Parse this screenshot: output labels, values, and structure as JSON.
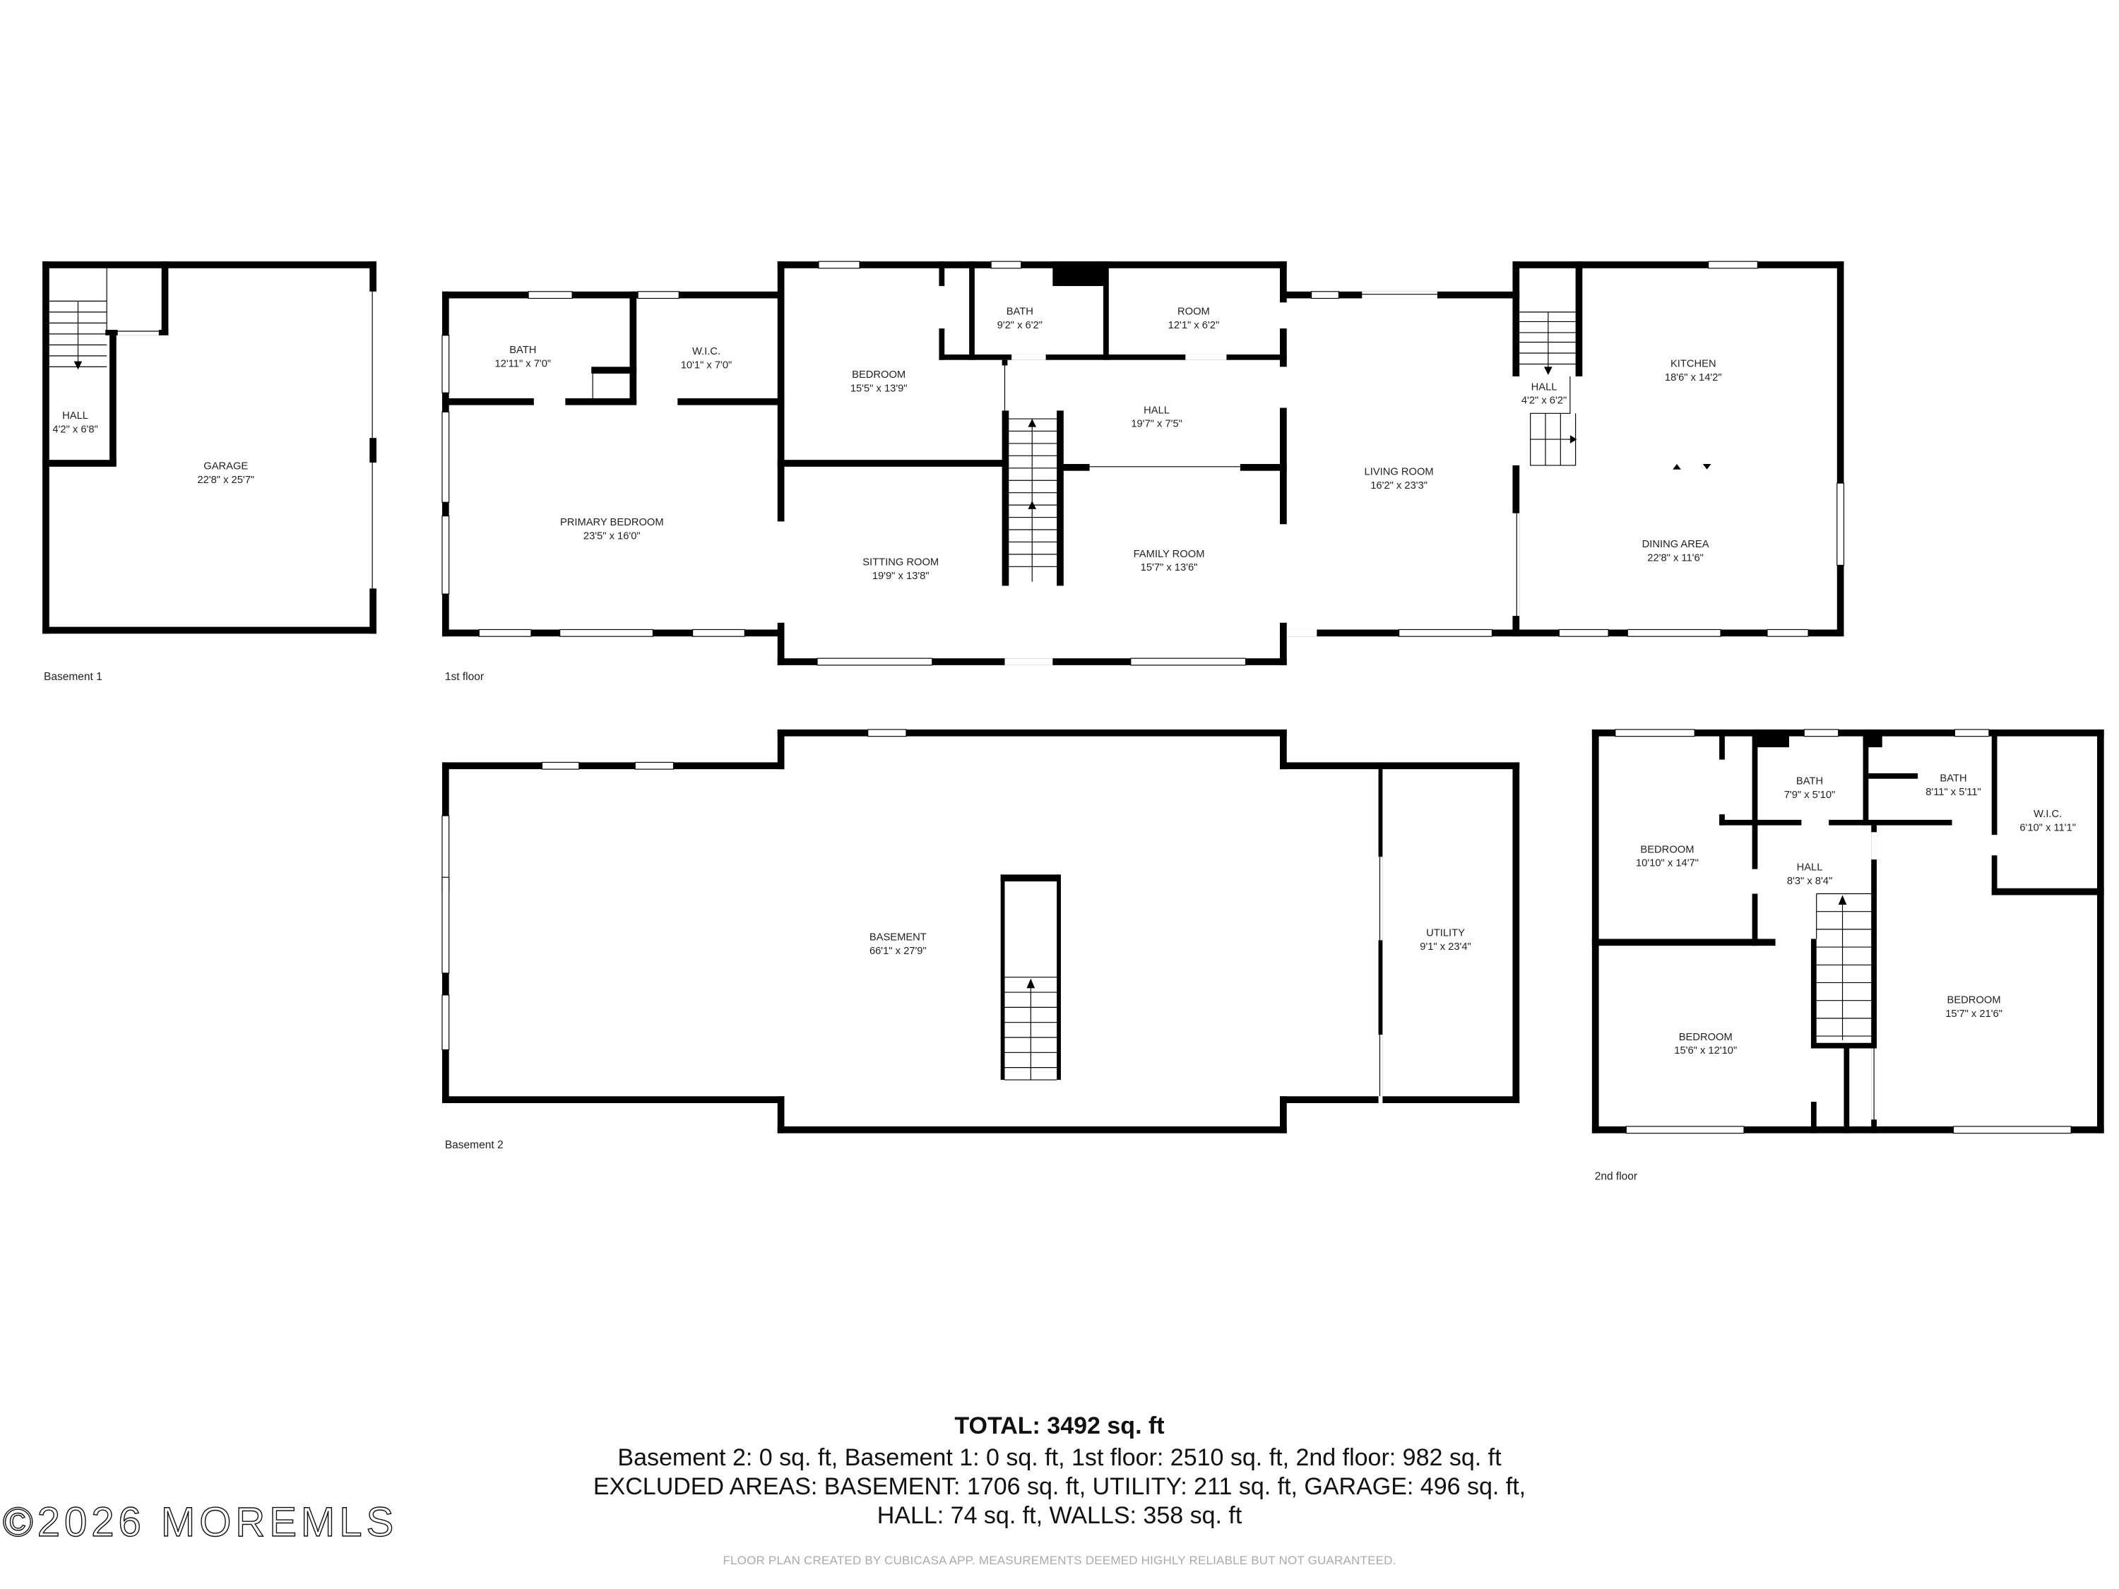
{
  "floors": {
    "basement1": {
      "label": "Basement 1",
      "rooms": [
        {
          "name": "HALL",
          "dims": "4'2\" x 6'8\""
        },
        {
          "name": "GARAGE",
          "dims": "22'8\" x 25'7\""
        }
      ]
    },
    "first": {
      "label": "1st floor",
      "rooms": [
        {
          "name": "BATH",
          "dims": "12'11\" x 7'0\""
        },
        {
          "name": "W.I.C.",
          "dims": "10'1\" x 7'0\""
        },
        {
          "name": "PRIMARY BEDROOM",
          "dims": "23'5\" x 16'0\""
        },
        {
          "name": "BEDROOM",
          "dims": "15'5\" x 13'9\""
        },
        {
          "name": "BATH",
          "dims": "9'2\" x 6'2\""
        },
        {
          "name": "ROOM",
          "dims": "12'1\" x 6'2\""
        },
        {
          "name": "HALL",
          "dims": "19'7\" x 7'5\""
        },
        {
          "name": "SITTING ROOM",
          "dims": "19'9\" x 13'8\""
        },
        {
          "name": "FAMILY ROOM",
          "dims": "15'7\" x 13'6\""
        },
        {
          "name": "LIVING ROOM",
          "dims": "16'2\" x 23'3\""
        },
        {
          "name": "HALL",
          "dims": "4'2\" x 6'2\""
        },
        {
          "name": "KITCHEN",
          "dims": "18'6\" x 14'2\""
        },
        {
          "name": "DINING AREA",
          "dims": "22'8\" x 11'6\""
        }
      ]
    },
    "basement2": {
      "label": "Basement 2",
      "rooms": [
        {
          "name": "BASEMENT",
          "dims": "66'1\" x 27'9\""
        },
        {
          "name": "UTILITY",
          "dims": "9'1\" x 23'4\""
        }
      ]
    },
    "second": {
      "label": "2nd floor",
      "rooms": [
        {
          "name": "BEDROOM",
          "dims": "10'10\" x 14'7\""
        },
        {
          "name": "BATH",
          "dims": "7'9\" x 5'10\""
        },
        {
          "name": "BATH",
          "dims": "8'11\" x 5'11\""
        },
        {
          "name": "W.I.C.",
          "dims": "6'10\" x 11'1\""
        },
        {
          "name": "HALL",
          "dims": "8'3\" x 8'4\""
        },
        {
          "name": "BEDROOM",
          "dims": "15'6\" x 12'10\""
        },
        {
          "name": "BEDROOM",
          "dims": "15'7\" x 21'6\""
        }
      ]
    }
  },
  "summary": {
    "total": "TOTAL: 3492 sq. ft",
    "floors_line": "Basement 2: 0 sq. ft, Basement 1: 0 sq. ft, 1st floor: 2510 sq. ft, 2nd floor: 982 sq. ft",
    "excluded_line1": "EXCLUDED AREAS: BASEMENT: 1706 sq. ft, UTILITY: 211 sq. ft, GARAGE: 496 sq. ft,",
    "excluded_line2": "HALL: 74 sq. ft, WALLS: 358 sq. ft",
    "disclaimer": "FLOOR PLAN CREATED BY CUBICASA APP. MEASUREMENTS DEEMED HIGHLY RELIABLE BUT NOT GUARANTEED."
  },
  "watermark": "©2026 MOREMLS"
}
